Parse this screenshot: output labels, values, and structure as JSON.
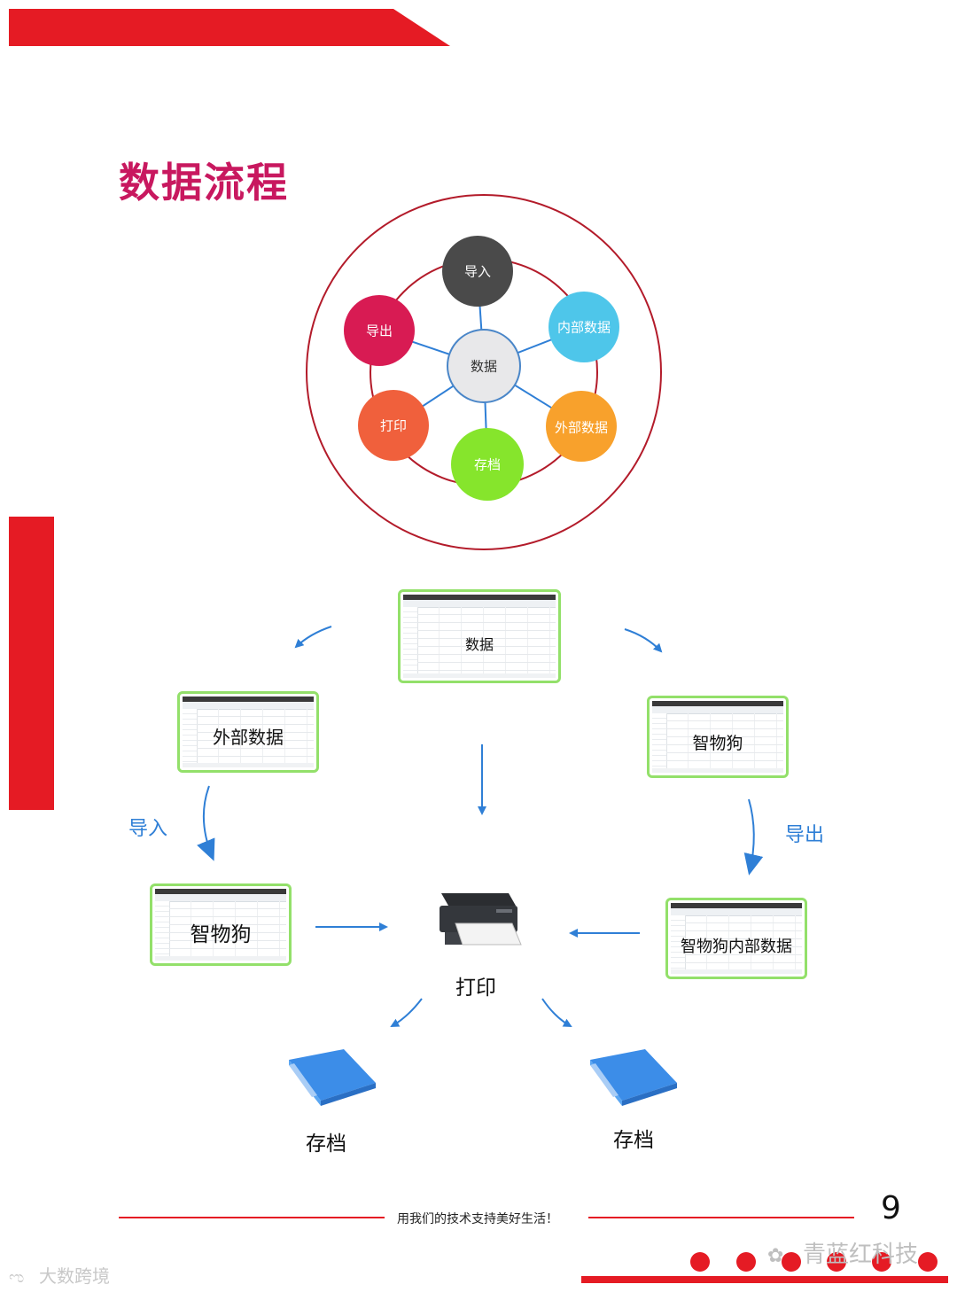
{
  "title": "数据流程",
  "cycle": {
    "hub": "数据",
    "nodes": [
      {
        "label": "导入",
        "color": "#4a4a4a"
      },
      {
        "label": "内部数据",
        "color": "#4ec6ea"
      },
      {
        "label": "外部数据",
        "color": "#f8a12c"
      },
      {
        "label": "存档",
        "color": "#86e52c"
      },
      {
        "label": "打印",
        "color": "#f0603c"
      },
      {
        "label": "导出",
        "color": "#d81b53"
      }
    ]
  },
  "flow": {
    "card_data": "数据",
    "card_external": "外部数据",
    "card_zwg_right": "智物狗",
    "card_zwg_left": "智物狗",
    "card_internal": "智物狗内部数据",
    "edge_import": "导入",
    "edge_export": "导出",
    "printer": "打印",
    "archive_left": "存档",
    "archive_right": "存档"
  },
  "footer": {
    "slogan": "用我们的技术支持美好生活！",
    "page_number": "9"
  },
  "watermarks": {
    "left": "大数跨境",
    "right": "青蓝红科技"
  },
  "colors": {
    "accent_red": "#e51b24",
    "title_color": "#c8185f",
    "arrow_blue": "#2f7fd6",
    "card_border": "#93e06a"
  }
}
